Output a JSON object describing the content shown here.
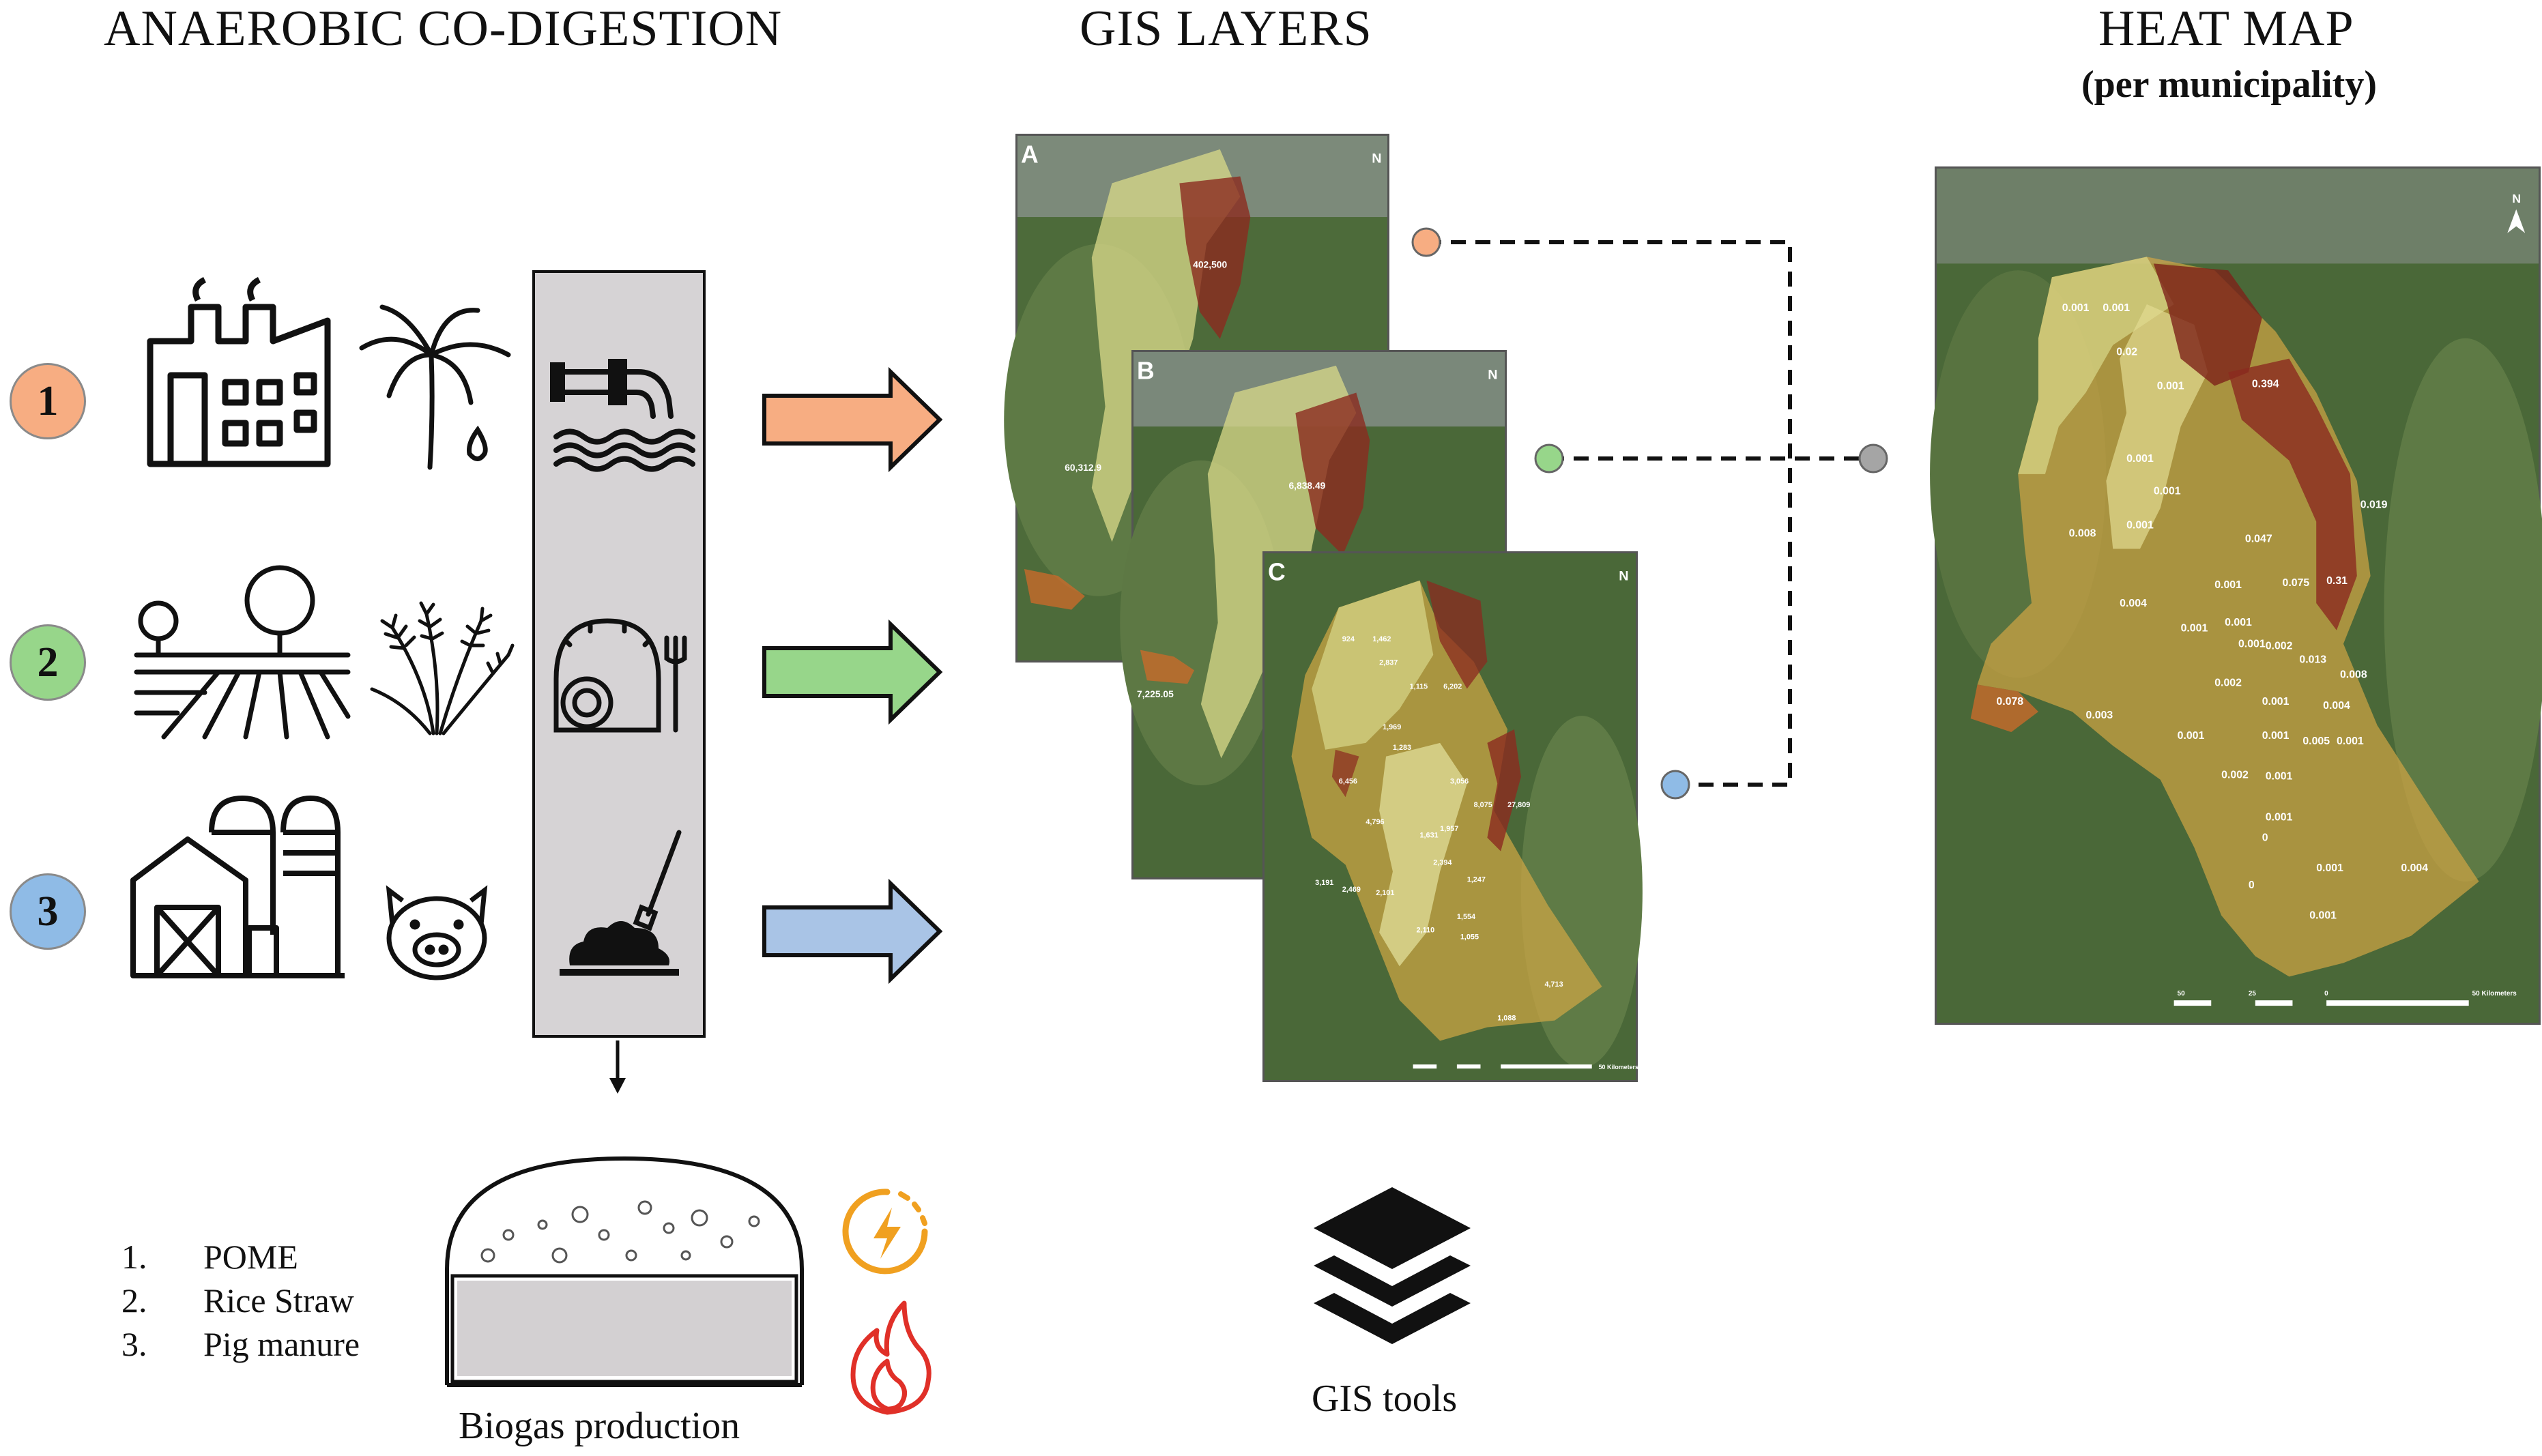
{
  "headings": {
    "anaerobic": "ANAEROBIC CO-DIGESTION",
    "gis_layers": "GIS LAYERS",
    "heat_map": "HEAT MAP",
    "heat_map_sub": "(per municipality)"
  },
  "steps": [
    {
      "badge": "1",
      "color": "#f7ad82"
    },
    {
      "badge": "2",
      "color": "#97d68a"
    },
    {
      "badge": "3",
      "color": "#8fbbe6"
    }
  ],
  "arrow_colors": [
    "#f7ad82",
    "#97d68a",
    "#a9c4e6"
  ],
  "feedstock_list": [
    {
      "num": "1.",
      "label": "POME"
    },
    {
      "num": "2.",
      "label": "Rice Straw"
    },
    {
      "num": "3.",
      "label": "Pig manure"
    }
  ],
  "biogas_caption": "Biogas production",
  "gis_tools_caption": "GIS tools",
  "layers": [
    {
      "letter": "A",
      "values": [
        "402,500",
        "60,312.9"
      ]
    },
    {
      "letter": "B",
      "values": [
        "6,838.49",
        "7,225.05"
      ]
    },
    {
      "letter": "C",
      "values": [
        "924",
        "1,462",
        "2,837",
        "1,115",
        "6,202",
        "1,969",
        "1,283",
        "3,056",
        "8,075",
        "27,809",
        "6,456",
        "4,796",
        "1,631",
        "1,957",
        "2,394",
        "1,247",
        "2,101",
        "2,469",
        "3,191",
        "1,554",
        "2,110",
        "1,055",
        "4,713",
        "1,088"
      ]
    },
    {
      "scale": "50 Kilometers"
    }
  ],
  "heatmap": {
    "values": [
      "0.001",
      "0.001",
      "0.02",
      "0.001",
      "0.394",
      "0.001",
      "0.001",
      "0.001",
      "0.008",
      "0.047",
      "0.019",
      "0.004",
      "0.001",
      "0.075",
      "0.31",
      "0.001",
      "0.001",
      "0.001",
      "0.002",
      "0.013",
      "0.008",
      "0.002",
      "0.078",
      "0.003",
      "0.001",
      "0.004",
      "0.001",
      "0.001",
      "0.005",
      "0.001",
      "0.002",
      "0.001",
      "0.001",
      "0",
      "0",
      "0.001",
      "0.004",
      "0.001"
    ],
    "scale_ticks": [
      "50",
      "25",
      "0",
      "50 Kilometers"
    ],
    "north": "N"
  },
  "connector_dots": [
    "#f7ad82",
    "#97d68a",
    "#8fbbe6",
    "#a5a5a5"
  ]
}
